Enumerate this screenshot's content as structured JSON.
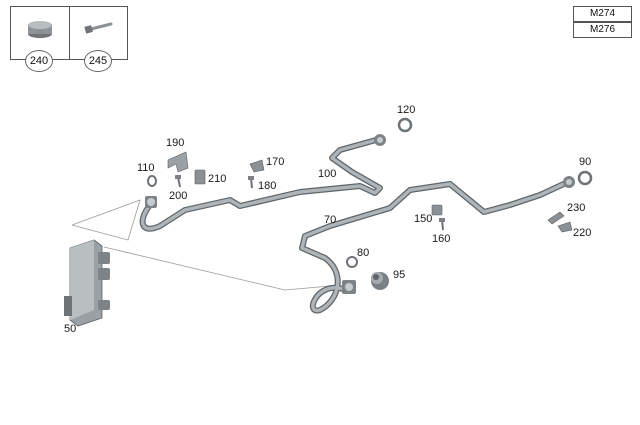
{
  "legend": {
    "items": [
      {
        "number": "240",
        "icon": "rubber-cap-icon"
      },
      {
        "number": "245",
        "icon": "bolt-icon"
      }
    ]
  },
  "engine_models": [
    "M274",
    "M276"
  ],
  "callouts": {
    "c50": "50",
    "c70": "70",
    "c80": "80",
    "c90": "90",
    "c95": "95",
    "c100": "100",
    "c110": "110",
    "c120": "120",
    "c150": "150",
    "c160": "160",
    "c170": "170",
    "c180": "180",
    "c190": "190",
    "c200": "200",
    "c210": "210",
    "c220": "220",
    "c230": "230"
  }
}
